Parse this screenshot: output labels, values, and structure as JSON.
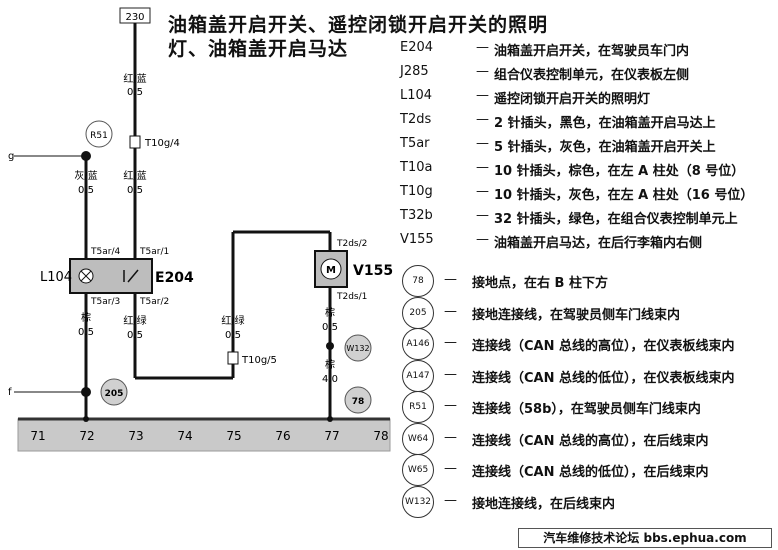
{
  "ref_box": "230",
  "title": {
    "line1": "油箱盖开启开关、遥控闭锁开启开关的照明",
    "line2": "灯、油箱盖开启马达"
  },
  "wires": {
    "w1_color": "红/蓝",
    "w1_size": "0.5",
    "w2_color": "红/蓝",
    "w2_size": "0.5",
    "w3_color": "灰/蓝",
    "w3_size": "0.5",
    "w4_color": "棕",
    "w4_size": "0.5",
    "w5_color": "红/绿",
    "w5_size": "0.5",
    "w6_color": "红/绿",
    "w6_size": "0.5",
    "w7_color": "棕",
    "w7_size": "0.5",
    "w8_color": "棕",
    "w8_size": "4.0"
  },
  "connectors": {
    "t10g4": "T10g/4",
    "t5ar4": "T5ar/4",
    "t5ar1": "T5ar/1",
    "t5ar3": "T5ar/3",
    "t5ar2": "T5ar/2",
    "t10g5": "T10g/5",
    "t2ds2": "T2ds/2",
    "t2ds1": "T2ds/1"
  },
  "components": {
    "l104": "L104",
    "e204": "E204",
    "v155": "V155",
    "m": "M"
  },
  "nodes": {
    "r51": "R51",
    "n205": "205",
    "n78": "78",
    "w132": "W132"
  },
  "edge_labels": {
    "g": "g",
    "f": "f"
  },
  "axis_numbers": [
    "71",
    "72",
    "73",
    "74",
    "75",
    "76",
    "77",
    "78"
  ],
  "legend": [
    {
      "code": "E204",
      "desc": "油箱盖开启开关，在驾驶员车门内"
    },
    {
      "code": "J285",
      "desc": "组合仪表控制单元，在仪表板左侧"
    },
    {
      "code": "L104",
      "desc": "遥控闭锁开启开关的照明灯"
    },
    {
      "code": "T2ds",
      "desc": "2 针插头，黑色，在油箱盖开启马达上"
    },
    {
      "code": "T5ar",
      "desc": "5 针插头，灰色，在油箱盖开启开关上"
    },
    {
      "code": "T10a",
      "desc": "10 针插头，棕色，在左 A 柱处（8 号位）"
    },
    {
      "code": "T10g",
      "desc": "10 针插头，灰色，在左 A 柱处（16 号位）"
    },
    {
      "code": "T32b",
      "desc": "32 针插头，绿色，在组合仪表控制单元上"
    },
    {
      "code": "V155",
      "desc": "油箱盖开启马达，在后行李箱内右侧"
    }
  ],
  "circle_legend": [
    {
      "code": "78",
      "desc": "接地点，在右 B 柱下方"
    },
    {
      "code": "205",
      "desc": "接地连接线，在驾驶员侧车门线束内"
    },
    {
      "code": "A146",
      "desc": "连接线（CAN 总线的高位），在仪表板线束内"
    },
    {
      "code": "A147",
      "desc": "连接线（CAN 总线的低位），在仪表板线束内"
    },
    {
      "code": "R51",
      "desc": "连接线（58b），在驾驶员侧车门线束内"
    },
    {
      "code": "W64",
      "desc": "连接线（CAN 总线的高位），在后线束内"
    },
    {
      "code": "W65",
      "desc": "连接线（CAN 总线的低位），在后线束内"
    },
    {
      "code": "W132",
      "desc": "接地连接线，在后线束内"
    }
  ],
  "dash": "—",
  "footer": "汽车维修技术论坛 bbs.ephua.com"
}
